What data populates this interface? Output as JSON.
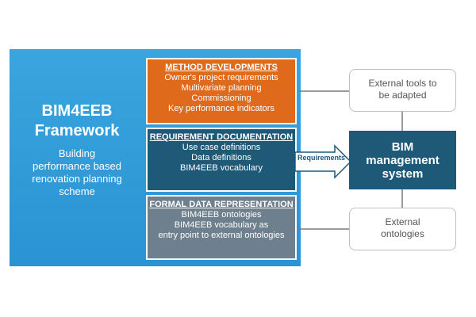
{
  "framework": {
    "title_lines": [
      "BIM4EEB",
      "Framework"
    ],
    "subtitle_lines": [
      "Building",
      "performance based",
      "renovation planning",
      "scheme"
    ]
  },
  "method": {
    "heading": "METHOD DEVELOPMENTS",
    "items": [
      "Owner's project requirements",
      "Multivariate planning",
      "Commissioning",
      "Key performance indicators"
    ]
  },
  "requirement": {
    "heading": "REQUIREMENT DOCUMENTATION",
    "items": [
      "Use case definitions",
      "Data definitions",
      "BIM4EEB vocabulary"
    ]
  },
  "formal": {
    "heading": "FORMAL DATA REPRESENTATION",
    "items": [
      "BIM4EEB ontologies",
      "BIM4EEB vocabulary as",
      "entry point to external ontologies"
    ]
  },
  "arrow_label": "Requirements",
  "bim": {
    "lines": [
      "BIM",
      "management",
      "system"
    ]
  },
  "external_tools": {
    "lines": [
      "External tools to",
      "be adapted"
    ]
  },
  "external_ontologies": {
    "lines": [
      "External",
      "ontologies"
    ]
  },
  "colors": {
    "panel": "#2a93d3",
    "method": "#e06a1c",
    "requirement": "#1e5a78",
    "formal": "#6e7f8d",
    "bim": "#1e5a78",
    "connector": "#7a7a7a"
  }
}
